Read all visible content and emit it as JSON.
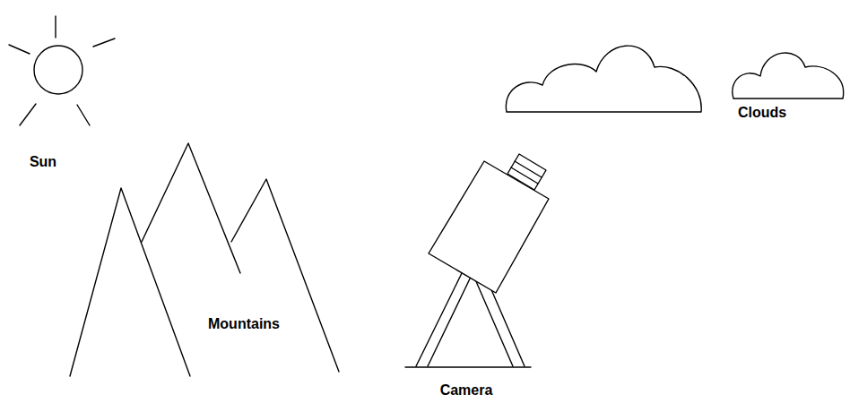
{
  "diagram": {
    "labels": [
      "Sun",
      "Mountains",
      "Camera",
      "Clouds"
    ]
  }
}
